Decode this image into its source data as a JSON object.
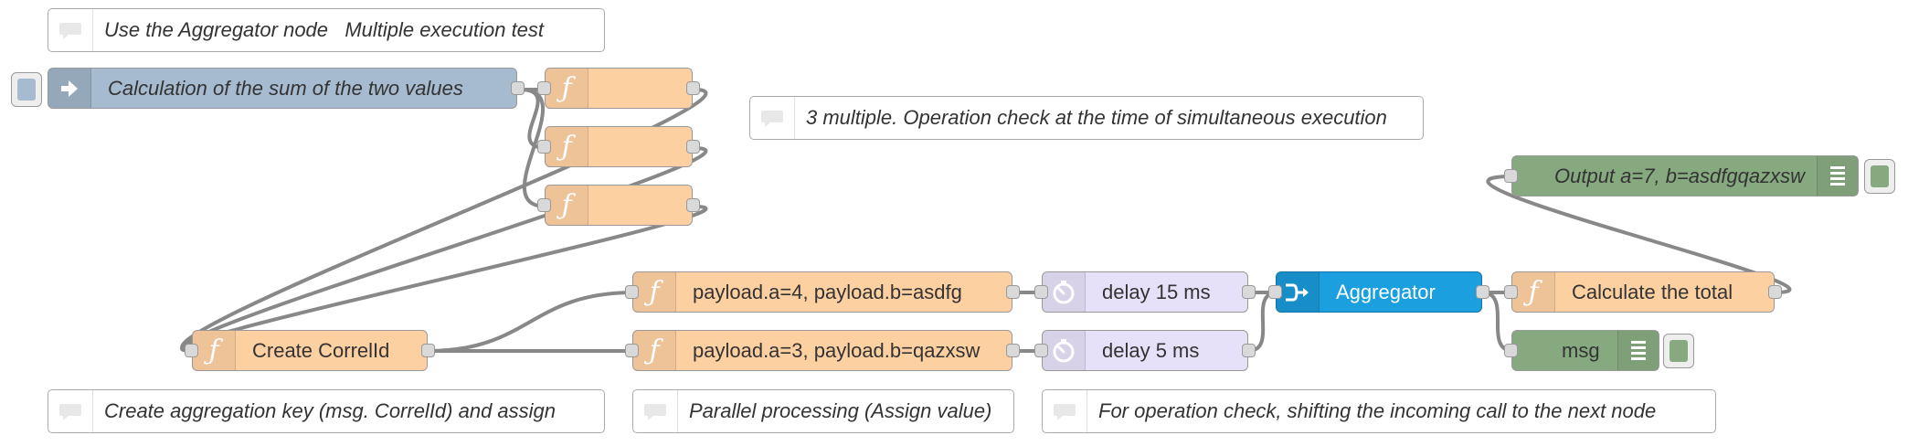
{
  "comments": {
    "aggregator_test": "Use the Aggregator node   Multiple execution test",
    "multiple_check": "3 multiple. Operation check at the time of simultaneous execution",
    "create_key": "Create aggregation key (msg. CorrelId) and assign",
    "parallel": "Parallel processing (Assign value)",
    "shift_call": "For operation check, shifting the incoming call to the next node"
  },
  "nodes": {
    "inject": {
      "label": "Calculation of the sum of the two values",
      "icon": "arrow-in-icon"
    },
    "function1": {
      "label": "",
      "icon": "function-icon"
    },
    "function2": {
      "label": "",
      "icon": "function-icon"
    },
    "function3": {
      "label": "",
      "icon": "function-icon"
    },
    "create_correlid": {
      "label": "Create CorrelId",
      "icon": "function-icon"
    },
    "payload_a4": {
      "label": "payload.a=4, payload.b=asdfg",
      "icon": "function-icon"
    },
    "payload_a3": {
      "label": "payload.a=3, payload.b=qazxsw",
      "icon": "function-icon"
    },
    "delay15": {
      "label": "delay 15 ms",
      "icon": "timer-icon"
    },
    "delay5": {
      "label": "delay 5 ms",
      "icon": "timer-icon"
    },
    "aggregator": {
      "label": "Aggregator",
      "icon": "join-icon"
    },
    "calculate_total": {
      "label": "Calculate the total",
      "icon": "function-icon"
    },
    "output_debug": {
      "label": "Output a=7, b=asdfgqazxsw",
      "icon": "list-icon"
    },
    "msg_debug": {
      "label": "msg",
      "icon": "list-icon"
    }
  },
  "colors": {
    "function": "#fdd0a2",
    "delay": "#e6e0f8",
    "aggregator": "#1b9fdf",
    "debug": "#87a980",
    "inject": "#a6bbcf",
    "wire": "#888888"
  }
}
